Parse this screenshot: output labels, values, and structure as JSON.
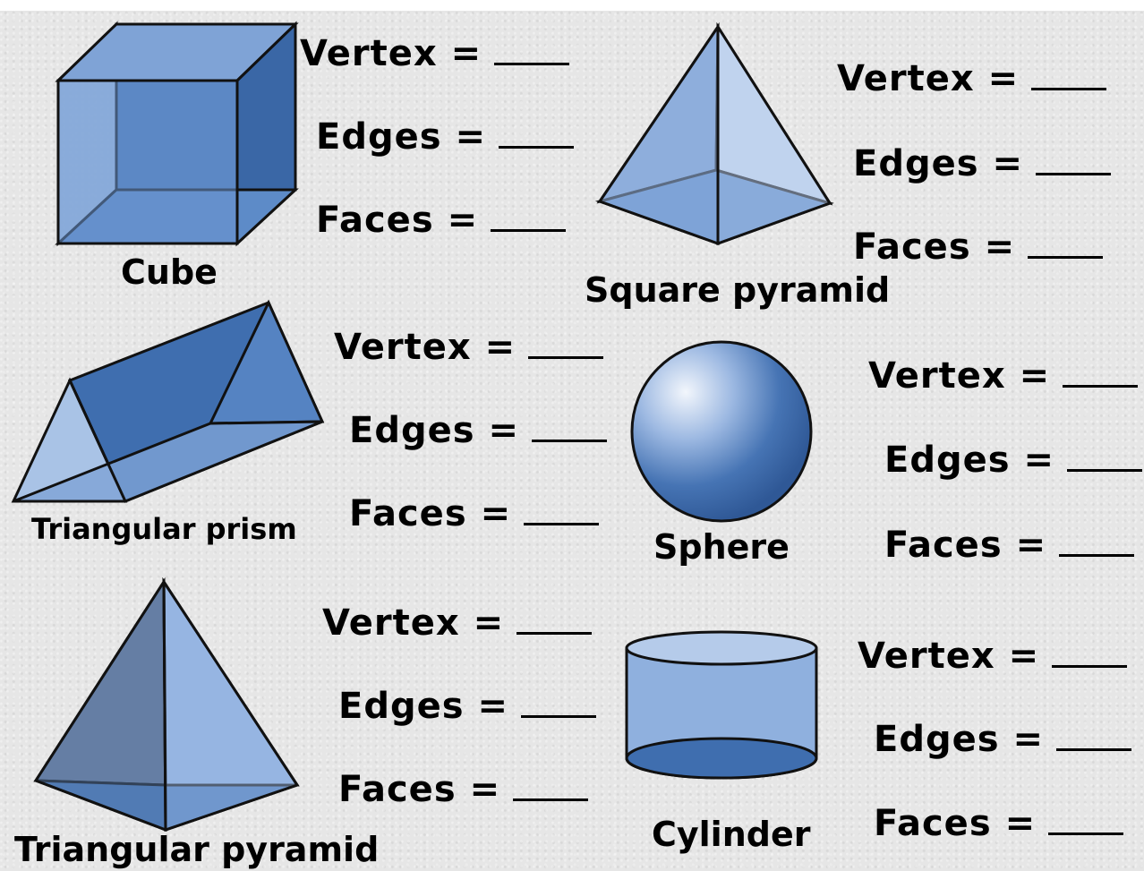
{
  "equals_sign": "=",
  "shapes": [
    {
      "name": "Cube",
      "vertex_label": "Vertex",
      "edges_label": "Edges",
      "faces_label": "Faces"
    },
    {
      "name": "Square pyramid",
      "vertex_label": "Vertex",
      "edges_label": "Edges",
      "faces_label": "Faces"
    },
    {
      "name": "Triangular prism",
      "vertex_label": "Vertex",
      "edges_label": "Edges",
      "faces_label": "Faces"
    },
    {
      "name": "Sphere",
      "vertex_label": "Vertex",
      "edges_label": "Edges",
      "faces_label": "Faces"
    },
    {
      "name": "Triangular pyramid",
      "vertex_label": "Vertex",
      "edges_label": "Edges",
      "faces_label": "Faces"
    },
    {
      "name": "Cylinder",
      "vertex_label": "Vertex",
      "edges_label": "Edges",
      "faces_label": "Faces"
    }
  ],
  "colors": {
    "shape_fill_dark": "#3d6bab",
    "shape_fill_mid": "#5b8bc9",
    "shape_fill_light": "#a9c3e6",
    "outline": "#111111"
  }
}
